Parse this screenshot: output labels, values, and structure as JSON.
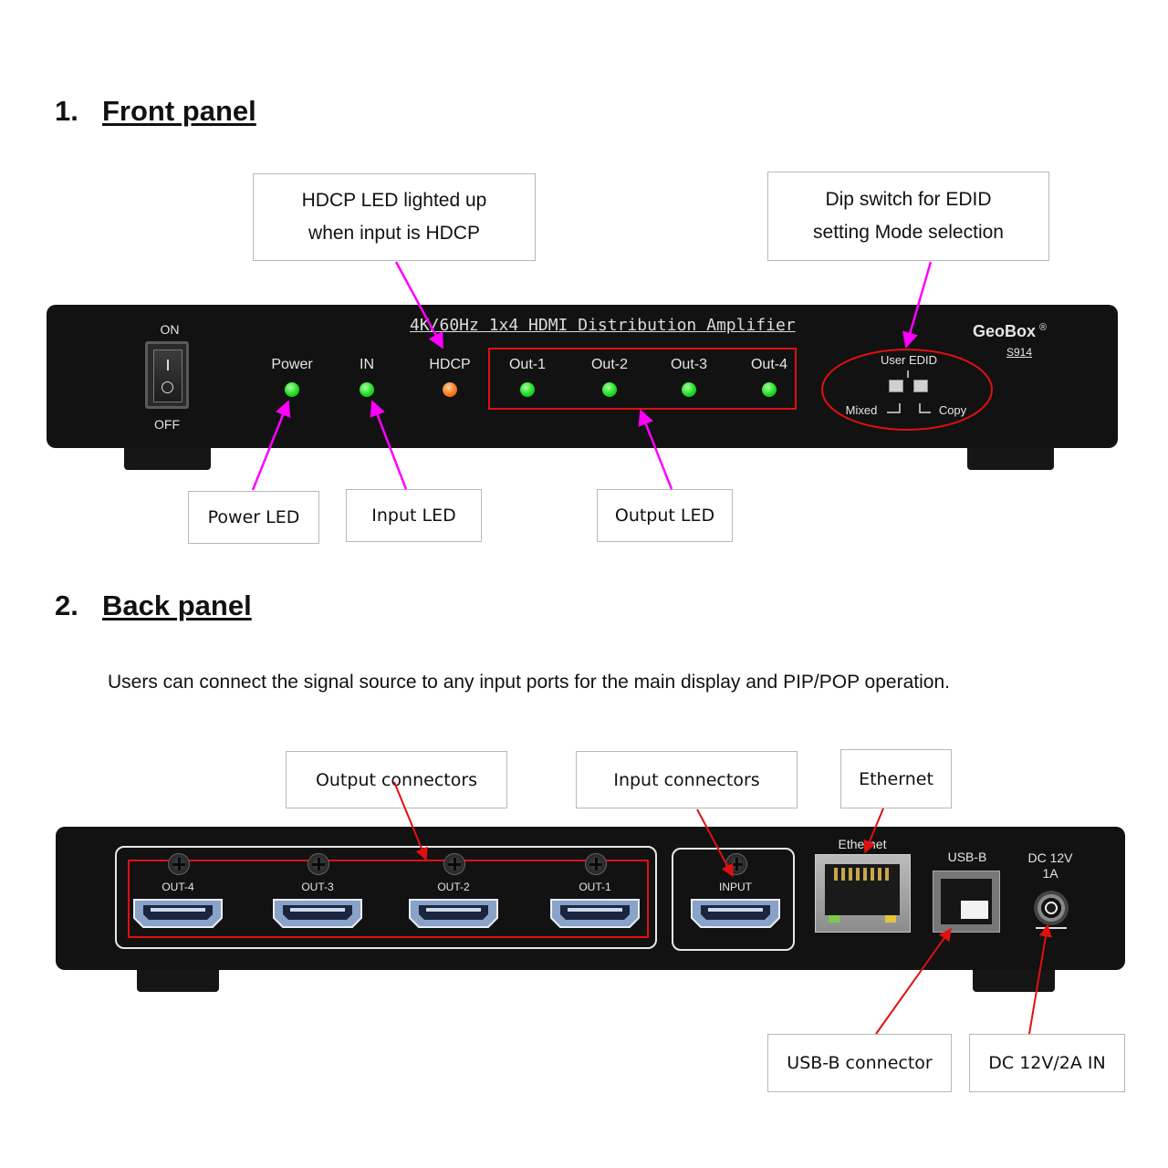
{
  "sections": {
    "front": {
      "number": "1.",
      "title": "Front panel"
    },
    "back": {
      "number": "2.",
      "title": "Back panel"
    }
  },
  "back_description": "Users can connect the signal source to any input ports for the main display and PIP/POP operation.",
  "front_callouts": {
    "hdcp_line1": "HDCP LED lighted up",
    "hdcp_line2": "when input is HDCP",
    "dip_line1": "Dip switch for EDID",
    "dip_line2": "setting Mode selection",
    "power_led": "Power LED",
    "input_led": "Input LED",
    "output_led": "Output LED"
  },
  "front_panel": {
    "switch_on": "ON",
    "switch_off": "OFF",
    "model_title": "4K/60Hz 1x4 HDMI Distribution Amplifier",
    "brand": "GeoBox",
    "brand_mark": "®",
    "model_number": "S914",
    "leds": [
      {
        "label": "Power",
        "color": "green"
      },
      {
        "label": "IN",
        "color": "green"
      },
      {
        "label": "HDCP",
        "color": "orange"
      },
      {
        "label": "Out-1",
        "color": "green"
      },
      {
        "label": "Out-2",
        "color": "green"
      },
      {
        "label": "Out-3",
        "color": "green"
      },
      {
        "label": "Out-4",
        "color": "green"
      }
    ],
    "dip": {
      "title": "User EDID",
      "left": "Mixed",
      "right": "Copy"
    }
  },
  "back_callouts": {
    "output_connectors": "Output connectors",
    "input_connectors": "Input connectors",
    "ethernet": "Ethernet",
    "usb_connector": "USB-B connector",
    "dc_in": "DC 12V/2A IN"
  },
  "back_panel": {
    "outputs": [
      "OUT-4",
      "OUT-3",
      "OUT-2",
      "OUT-1"
    ],
    "input": "INPUT",
    "ethernet": "Ethernet",
    "usb": "USB-B",
    "dc_line1": "DC 12V",
    "dc_line2": "1A"
  },
  "colors": {
    "arrow_magenta": "#ff00ff",
    "arrow_red": "#e01010",
    "panel": "#121212",
    "led_green": "#22dd22",
    "led_orange": "#ff7a1c"
  }
}
